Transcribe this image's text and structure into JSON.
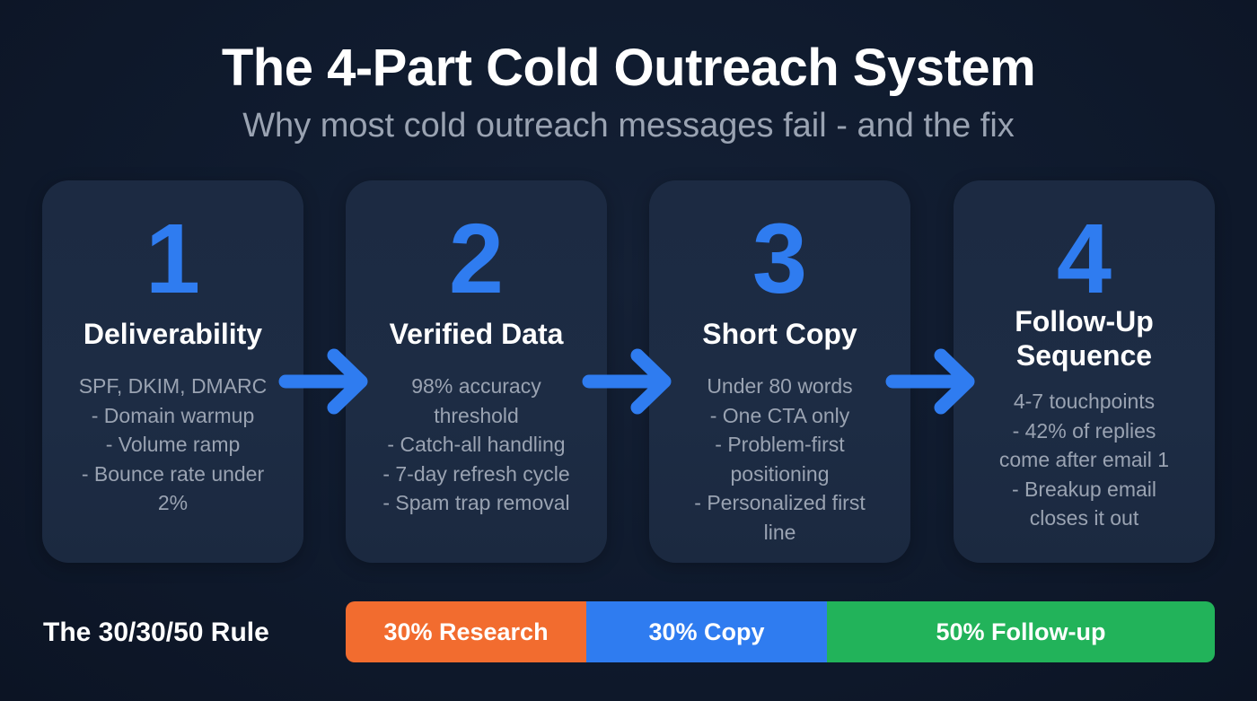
{
  "header": {
    "title": "The 4-Part Cold Outreach System",
    "subtitle": "Why most cold outreach messages fail - and the fix"
  },
  "colors": {
    "background": "#0f1a2d",
    "card": "#1d2c44",
    "accent_blue": "#2f7cf0",
    "body_text": "#9aa3b2",
    "research_orange": "#f26c2f",
    "copy_blue": "#2f7cf0",
    "followup_green": "#22b35a"
  },
  "steps": [
    {
      "number": "1",
      "title_lines": [
        "Deliverability"
      ],
      "lines": [
        "SPF, DKIM, DMARC",
        "- Domain warmup",
        "- Volume ramp",
        "- Bounce rate under",
        "2%"
      ]
    },
    {
      "number": "2",
      "title_lines": [
        "Verified Data"
      ],
      "lines": [
        "98% accuracy",
        "threshold",
        "- Catch-all handling",
        "- 7-day refresh cycle",
        "- Spam trap removal"
      ]
    },
    {
      "number": "3",
      "title_lines": [
        "Short Copy"
      ],
      "lines": [
        "Under 80 words",
        "- One CTA only",
        "- Problem-first",
        "positioning",
        "- Personalized first",
        "line"
      ]
    },
    {
      "number": "4",
      "title_lines": [
        "Follow-Up",
        "Sequence"
      ],
      "lines": [
        "4-7 touchpoints",
        "- 42% of replies",
        "come after email 1",
        "- Breakup email",
        "closes it out"
      ]
    }
  ],
  "arrows": [
    "arrow-right-icon",
    "arrow-right-icon",
    "arrow-right-icon"
  ],
  "rule": {
    "label": "The 30/30/50 Rule",
    "segments": [
      {
        "label": "30% Research",
        "percent": 30
      },
      {
        "label": "30% Copy",
        "percent": 30
      },
      {
        "label": "50% Follow-up",
        "percent": 50
      }
    ]
  }
}
